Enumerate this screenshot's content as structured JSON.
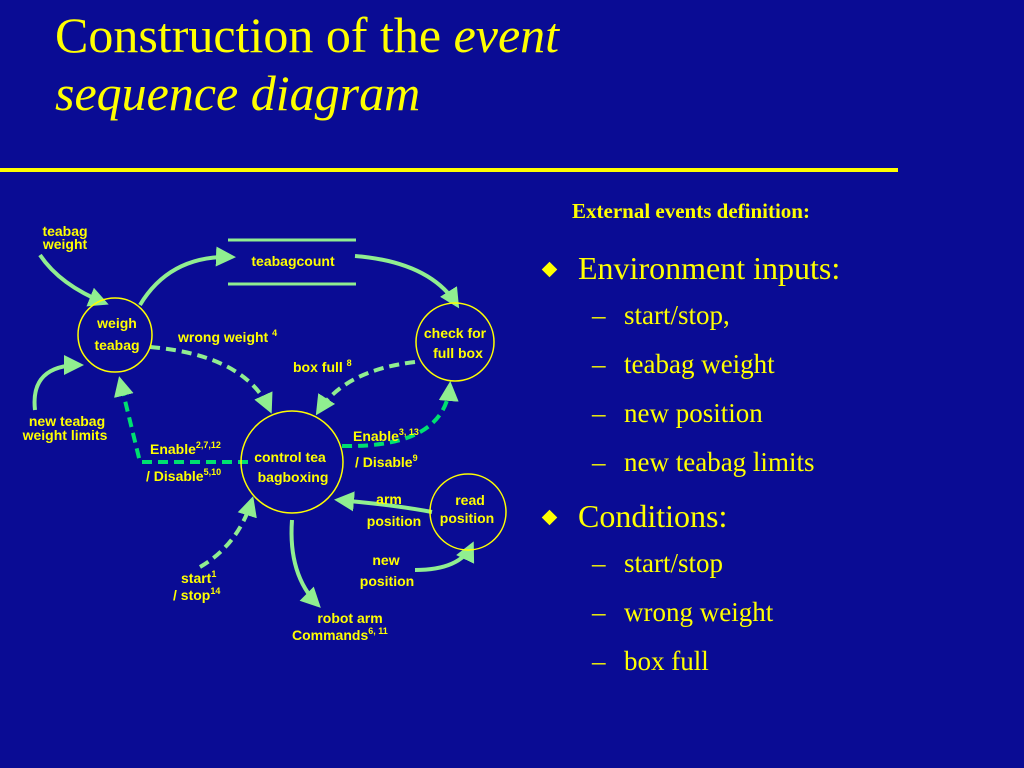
{
  "title": {
    "line1_plain": "Construction of the ",
    "line1_italic": "event",
    "line2_italic": "sequence diagram"
  },
  "right_panel": {
    "heading": "External events definition:",
    "groups": [
      {
        "label": "Environment inputs:",
        "items": [
          "start/stop,",
          "teabag weight",
          "new position",
          "new teabag limits"
        ]
      },
      {
        "label": "Conditions:",
        "items": [
          "start/stop",
          "wrong weight",
          "box full"
        ]
      }
    ],
    "dash": "–"
  },
  "diagram": {
    "nodes": {
      "weigh": [
        "weigh",
        "teabag"
      ],
      "check": [
        "check for",
        "full box"
      ],
      "control": [
        "control tea",
        "bagboxing"
      ],
      "read": [
        "read",
        "position"
      ]
    },
    "store": "teabagcount",
    "labels": {
      "teabag_weight": [
        "teabag",
        "weight"
      ],
      "new_limits": [
        "new teabag",
        "weight limits"
      ],
      "wrong_weight": {
        "text": "wrong weight ",
        "sup": "4"
      },
      "box_full": {
        "text": "box full ",
        "sup": "8"
      },
      "enable_left": {
        "text": "Enable",
        "sup": "2,7,12"
      },
      "disable_left": {
        "pre": "/ ",
        "text": "Disable",
        "sup": "5,10"
      },
      "enable_right": {
        "text": "Enable",
        "sup": "3, 13"
      },
      "disable_right": {
        "pre": "/ ",
        "text": "Disable",
        "sup": "9"
      },
      "arm_position": [
        "arm",
        "position"
      ],
      "new_position": [
        "new",
        "position"
      ],
      "start": {
        "text": "start",
        "sup": "1"
      },
      "stop": {
        "pre": "/ ",
        "text": "stop",
        "sup": "14"
      },
      "robot_arm": "robot arm",
      "commands": {
        "text": "Commands",
        "sup": "6, 11"
      }
    },
    "colors": {
      "background": "#0a0c94",
      "text": "#ffff00",
      "node_stroke": "#ffff00",
      "flow": "#90ee90",
      "control_flow": "#00e070"
    }
  }
}
